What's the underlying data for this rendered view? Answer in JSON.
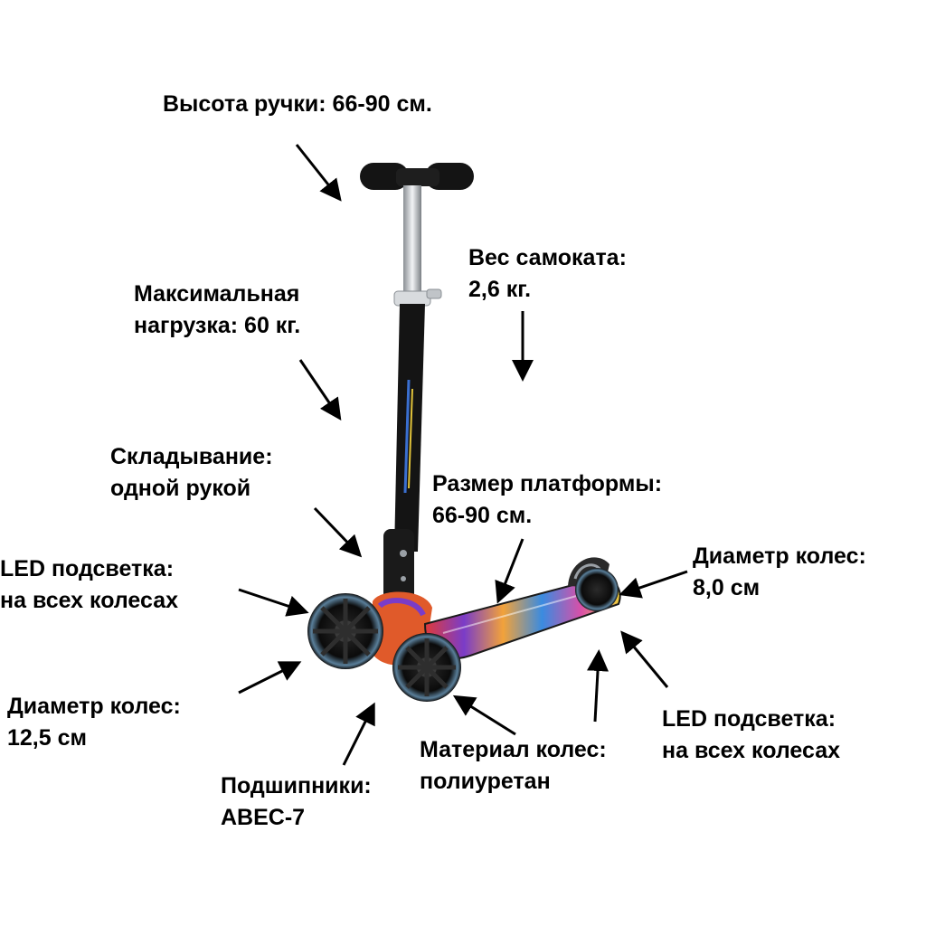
{
  "colors": {
    "text": "#000000",
    "background": "#ffffff",
    "frame": "#111111",
    "stem": "#c8ccd0",
    "wheel_glow": "#7fb3d8"
  },
  "labels": {
    "handle_height": "Высота ручки: 66-90 см.",
    "weight": [
      "Вес самоката:",
      "2,6 кг."
    ],
    "max_load": [
      "Максимальная",
      "нагрузка: 60 кг."
    ],
    "folding": [
      "Складывание:",
      "одной рукой"
    ],
    "platform_size": [
      "Размер платформы:",
      "66-90 см."
    ],
    "led_left": [
      "LED подсветка:",
      "на всех колесах"
    ],
    "rear_wheel_diameter": [
      "Диаметр колес:",
      "8,0 см"
    ],
    "front_wheel_diameter": [
      "Диаметр колес:",
      "12,5 см"
    ],
    "wheel_material": [
      "Материал колес:",
      "полиуретан"
    ],
    "led_right": [
      "LED подсветка:",
      "на всех колесах"
    ],
    "bearings": [
      "Подшипники:",
      "ABEC-7"
    ]
  },
  "icons": {
    "product": "kick-scooter-illustration",
    "pointer": "arrow-icon"
  }
}
